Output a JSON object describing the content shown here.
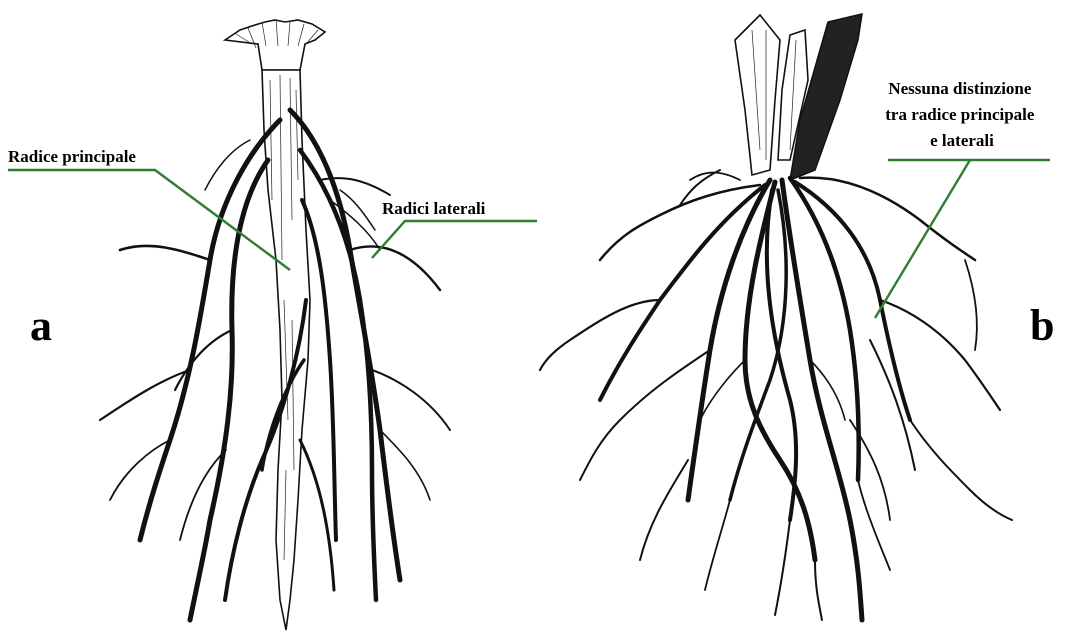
{
  "panels": [
    {
      "letter": "a",
      "callouts": [
        {
          "label": "Radice principale"
        },
        {
          "label": "Radici laterali"
        }
      ]
    },
    {
      "letter": "b",
      "callouts": [
        {
          "label_lines": [
            "Nessuna distinzione",
            "tra radice principale",
            "e laterali"
          ]
        }
      ]
    }
  ],
  "colors": {
    "leader": "#2e7d32",
    "ink": "#111111",
    "background": "#ffffff"
  }
}
